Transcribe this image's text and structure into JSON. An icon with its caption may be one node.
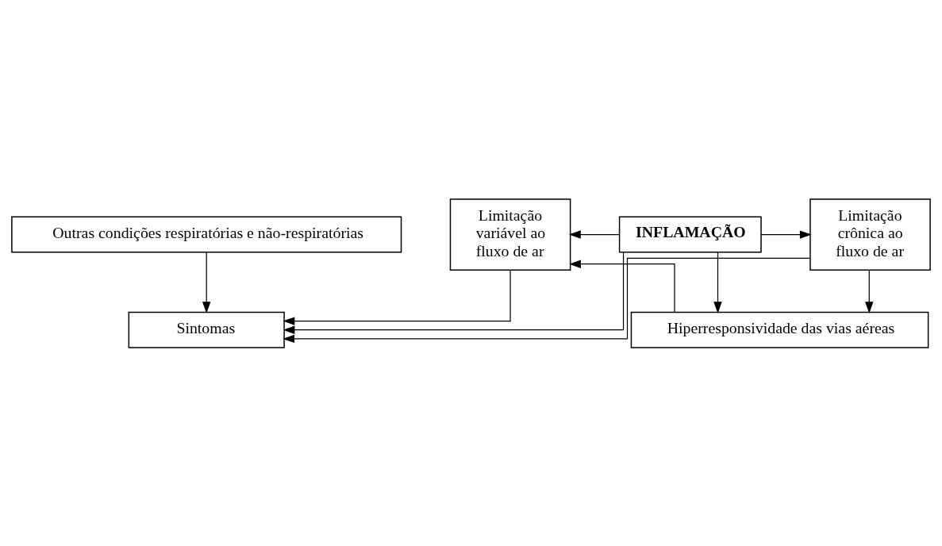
{
  "diagram": {
    "nodes": [
      {
        "text": [
          "Outras condições respiratórias e não-respiratórias"
        ]
      },
      {
        "text": [
          "Sintomas"
        ]
      },
      {
        "text": [
          "Limitação variável ao fluxo de ar"
        ]
      },
      {
        "text": [
          "INFLAMAÇÃO"
        ]
      },
      {
        "text": [
          "Limitação crônica ao fluxo de ar"
        ]
      },
      {
        "text": [
          "Hiperresponsividade das vias aéreas"
        ]
      }
    ],
    "edges": [
      {
        "from": 0,
        "to": 1,
        "arrow": "to"
      },
      {
        "from": 2,
        "to": 1,
        "arrow": "to"
      },
      {
        "from": 4,
        "to": 1,
        "arrow": "to"
      },
      {
        "from": 3,
        "to": 1,
        "arrow": "to"
      },
      {
        "from": 3,
        "to": 2,
        "arrow": "to"
      },
      {
        "from": 3,
        "to": 4,
        "arrow": "to"
      },
      {
        "from": 3,
        "to": 5,
        "arrow": "to"
      },
      {
        "from": 5,
        "to": 2,
        "arrow": "to"
      },
      {
        "from": 4,
        "to": 5,
        "arrow": "to"
      }
    ]
  }
}
